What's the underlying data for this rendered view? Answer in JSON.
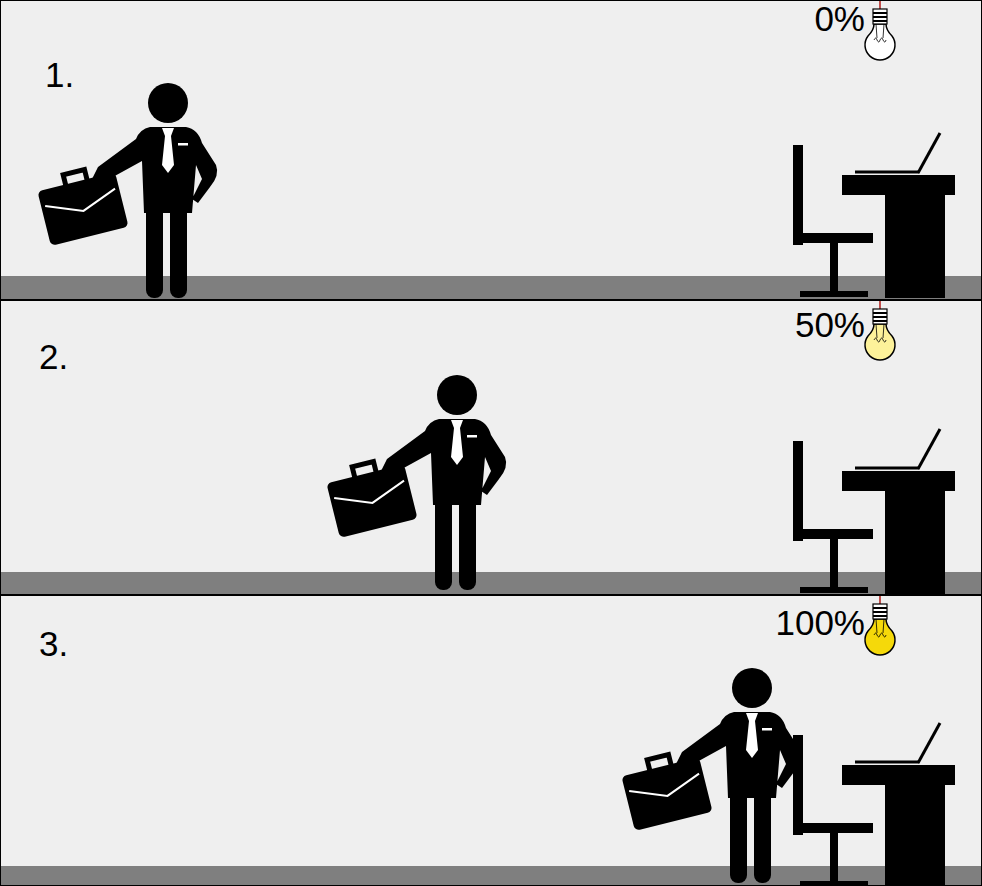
{
  "diagram": {
    "nodes": [
      {
        "text": [
          "1.",
          "0%"
        ]
      },
      {
        "text": [
          "2.",
          "50%"
        ]
      },
      {
        "text": [
          "3.",
          "100%"
        ]
      }
    ]
  }
}
